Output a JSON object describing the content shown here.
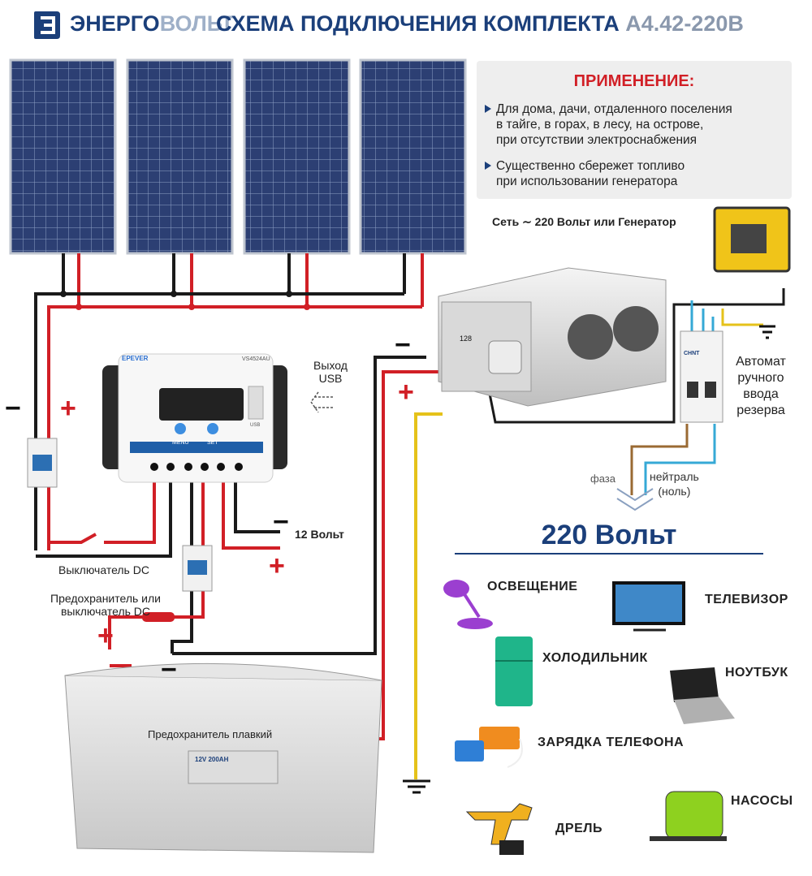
{
  "header": {
    "brand_part1": "ЭНЕРГО",
    "brand_part2": "ВОЛЬТ",
    "title_main": "СХЕМА ПОДКЛЮЧЕНИЯ КОМПЛЕКТА",
    "title_model": "А4.42-220В"
  },
  "application": {
    "heading": "ПРИМЕНЕНИЕ:",
    "item1_line1": "Для дома, дачи, отдаленного поселения",
    "item1_line2": "в тайге, в горах, в лесу, на острове,",
    "item1_line3": "при отсутствии электроснабжения",
    "item2_line1": "Существенно сбережет топливо",
    "item2_line2": "при использовании генератора"
  },
  "labels": {
    "grid": "Сеть ∼ 220 Вольт или Генератор",
    "usb_line1": "Выход",
    "usb_line2": "USB",
    "ats_line1": "Автомат",
    "ats_line2": "ручного",
    "ats_line3": "ввода",
    "ats_line4": "резерва",
    "phase": "фаза",
    "neutral_line1": "нейтраль",
    "neutral_line2": "(ноль)",
    "v12": "12 Вольт",
    "dc_switch": "Выключатель DC",
    "fuse_line1": "Предохранитель или",
    "fuse_line2": "выключатель DC",
    "fuse_melt": "Предохранитель плавкий",
    "v220": "220 Вольт",
    "controller_brand": "EPEVER",
    "controller_model": "VS4524AU",
    "btn_menu": "MENU",
    "btn_set": "SET",
    "usb_port": "USB",
    "inverter_display": "128",
    "battery_spec": "12V 200AH",
    "ats_brand": "CHNT"
  },
  "signs": {
    "plus": "+",
    "minus": "−"
  },
  "appliances": [
    {
      "label": "ОСВЕЩЕНИЕ",
      "icon": "lamp-icon"
    },
    {
      "label": "ТЕЛЕВИЗОР",
      "icon": "tv-icon"
    },
    {
      "label": "ХОЛОДИЛЬНИК",
      "icon": "fridge-icon"
    },
    {
      "label": "НОУТБУК",
      "icon": "laptop-icon"
    },
    {
      "label": "ЗАРЯДКА ТЕЛЕФОНА",
      "icon": "phone-charger-icon"
    },
    {
      "label": "ДРЕЛЬ",
      "icon": "drill-icon"
    },
    {
      "label": "НАСОСЫ",
      "icon": "pump-icon"
    }
  ],
  "colors": {
    "brand_blue": "#1b3f7a",
    "wire_red": "#d11f26",
    "wire_black": "#1a1a1a",
    "wire_yellow": "#e5c21a",
    "wire_brown": "#9a6a33",
    "wire_blue": "#36a9d6"
  }
}
